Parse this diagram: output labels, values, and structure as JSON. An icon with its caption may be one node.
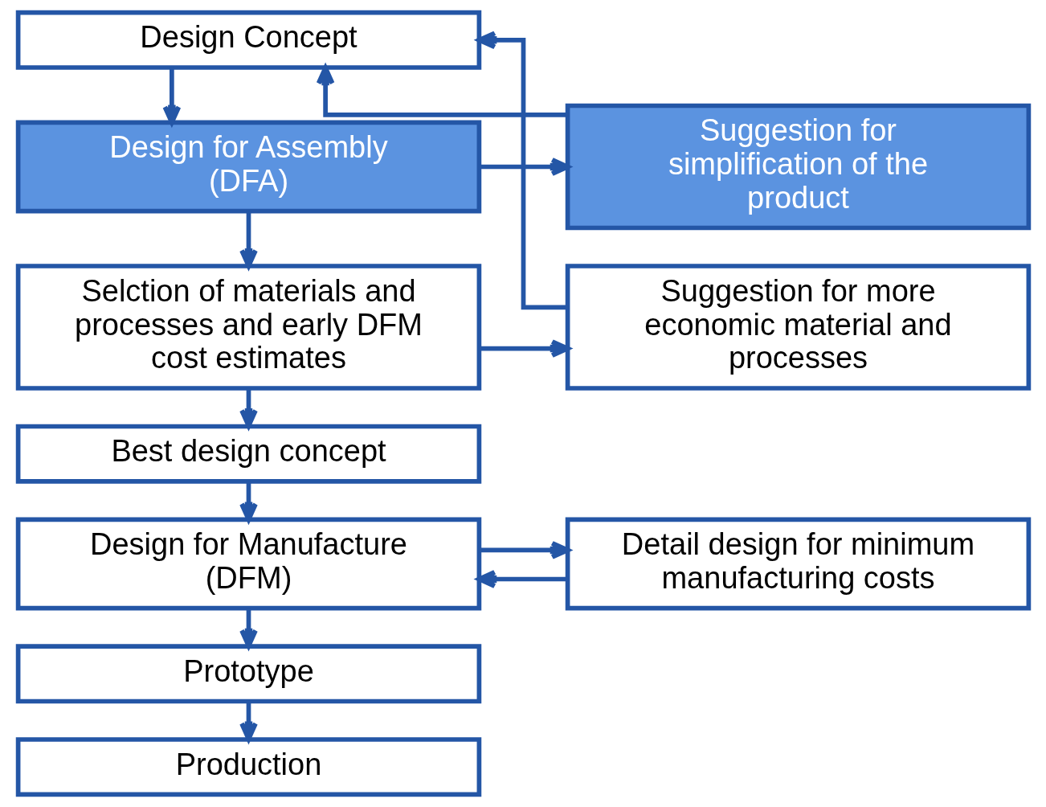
{
  "diagram": {
    "nodes": [
      {
        "text": [
          "Design Concept"
        ]
      },
      {
        "text": [
          "Design for Assembly (DFA)"
        ]
      },
      {
        "text": [
          "Suggestion for simplification of the product"
        ]
      },
      {
        "text": [
          "Selction of materials and processes and early DFM cost estimates"
        ]
      },
      {
        "text": [
          "Suggestion for more economic material and processes"
        ]
      },
      {
        "text": [
          "Best design concept"
        ]
      },
      {
        "text": [
          "Design for Manufacture (DFM)"
        ]
      },
      {
        "text": [
          "Detail design for minimum manufacturing costs"
        ]
      },
      {
        "text": [
          "Prototype"
        ]
      },
      {
        "text": [
          "Production"
        ]
      }
    ],
    "edges": [
      {
        "from": 0,
        "to": 1,
        "arrow": "to"
      },
      {
        "from": 1,
        "to": 2,
        "arrow": "to"
      },
      {
        "from": 2,
        "to": 0,
        "arrow": "to"
      },
      {
        "from": 1,
        "to": 3,
        "arrow": "to"
      },
      {
        "from": 3,
        "to": 4,
        "arrow": "to"
      },
      {
        "from": 4,
        "to": 0,
        "arrow": "to"
      },
      {
        "from": 3,
        "to": 5,
        "arrow": "to"
      },
      {
        "from": 5,
        "to": 6,
        "arrow": "to"
      },
      {
        "from": 7,
        "to": 6,
        "arrow": "to"
      },
      {
        "from": 6,
        "to": 7,
        "arrow": "to"
      },
      {
        "from": 6,
        "to": 8,
        "arrow": "to"
      },
      {
        "from": 8,
        "to": 9,
        "arrow": "to"
      }
    ]
  }
}
